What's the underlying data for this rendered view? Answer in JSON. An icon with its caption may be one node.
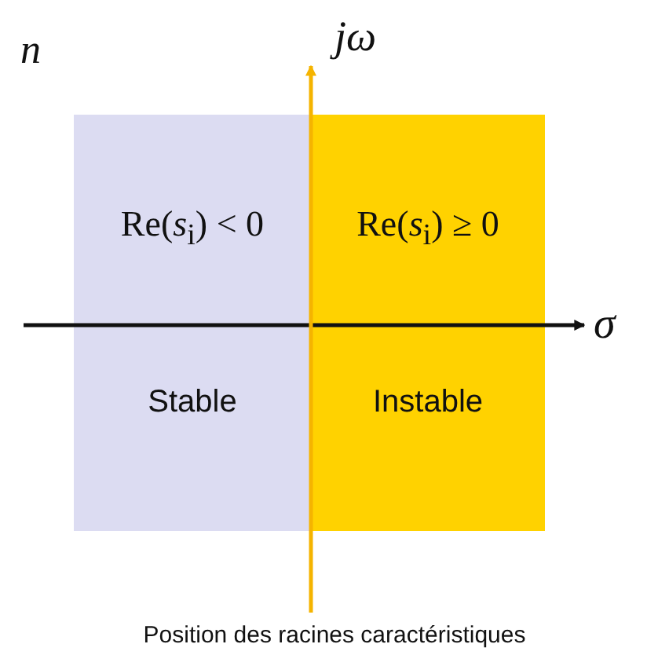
{
  "diagram": {
    "caption": "Position des racines caractéristiques",
    "nodes": [
      {
        "text": [
          "Re(*s*$_{i}$) < 0",
          "Stable"
        ]
      },
      {
        "text": [
          "Re(*s*$_{i}$) ≥ 0",
          "Instable"
        ]
      }
    ],
    "edges": [],
    "labels": [
      "n",
      "jω",
      "σ"
    ]
  }
}
